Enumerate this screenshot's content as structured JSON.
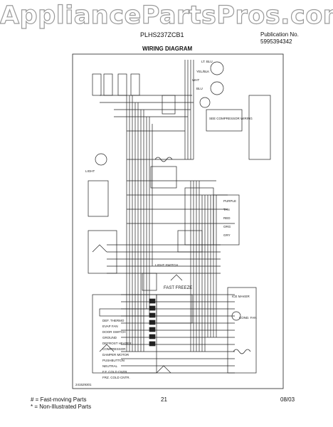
{
  "watermark": "AppliancePartsPros.com",
  "header": {
    "model": "PLHS237ZCB1",
    "publication_label": "Publication No.",
    "publication_number": "5995394342"
  },
  "diagram": {
    "title": "WIRING DIAGRAM",
    "labels": {
      "fast_freeze": "FAST FREEZE",
      "lt_blu": "LT. BLU",
      "yel_blk": "YEL/BLK",
      "wht": "WHT",
      "blu": "BLU",
      "red": "RED",
      "org": "ORG",
      "purple": "PURPLE",
      "tan": "TAN",
      "gry": "GRY",
      "see_compressor_wiring": "SEE COMPRESSOR WIRING",
      "def_thermo": "DEF. THERMO",
      "evap_fan": "EVAP FAN",
      "door_switch": "DOOR SWITCH",
      "ground": "GROUND",
      "defrost_heater": "DEFROST HEATER",
      "compressor": "COMPRESSOR",
      "damper_motor": "DAMPER MOTOR",
      "pushbutton": "PUSHBUTTON",
      "neutral": "NEUTRAL",
      "ff_cold_cntr": "F.F. COLD CNTR.",
      "frz_cold_cntr": "FRZ. COLD CNTR.",
      "light_switch": "LIGHT SWITCH",
      "cond_fan": "COND. FAN",
      "light": "LIGHT",
      "ice_maker": "ICE MAKER",
      "wire_id": "241529301"
    }
  },
  "footer": {
    "legend_1": "# = Fast-moving Parts",
    "legend_2": "* = Non-Illustrated Parts",
    "page": "21",
    "date": "08/03"
  }
}
